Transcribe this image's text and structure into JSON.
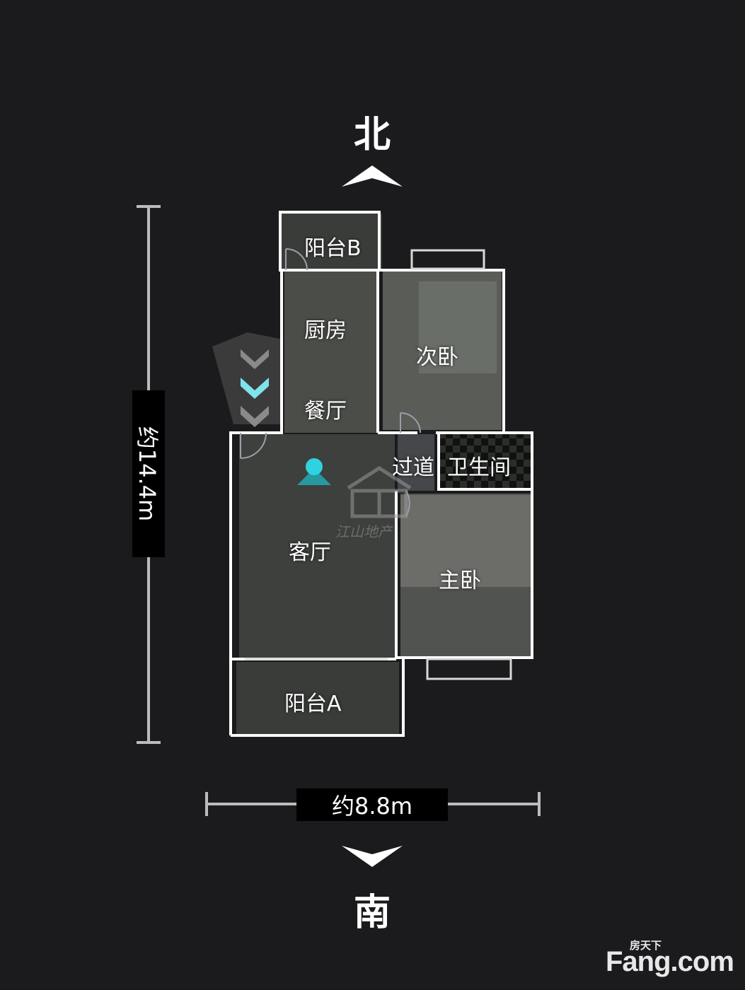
{
  "compass": {
    "north": "北",
    "south": "南"
  },
  "dimensions": {
    "height": "约14.4m",
    "width": "约8.8m"
  },
  "rooms": {
    "balcony_b": "阳台B",
    "kitchen": "厨房",
    "second_bedroom": "次卧",
    "dining": "餐厅",
    "corridor": "过道",
    "bathroom": "卫生间",
    "living": "客厅",
    "master_bedroom": "主卧",
    "balcony_a": "阳台A"
  },
  "watermark": {
    "text": "江山地产"
  },
  "logo": {
    "main": "Fang.com",
    "sub": "房天下"
  },
  "colors": {
    "background": "#1b1b1d",
    "walls": "#ffffff",
    "accent": "#2fd3e0",
    "door": "#9aa0a8"
  },
  "icons": {
    "north_arrow": "chevron-up-icon",
    "south_arrow": "chevron-down-icon",
    "viewpoint": "camera-position-icon",
    "entrance": "entrance-chevrons-icon"
  }
}
